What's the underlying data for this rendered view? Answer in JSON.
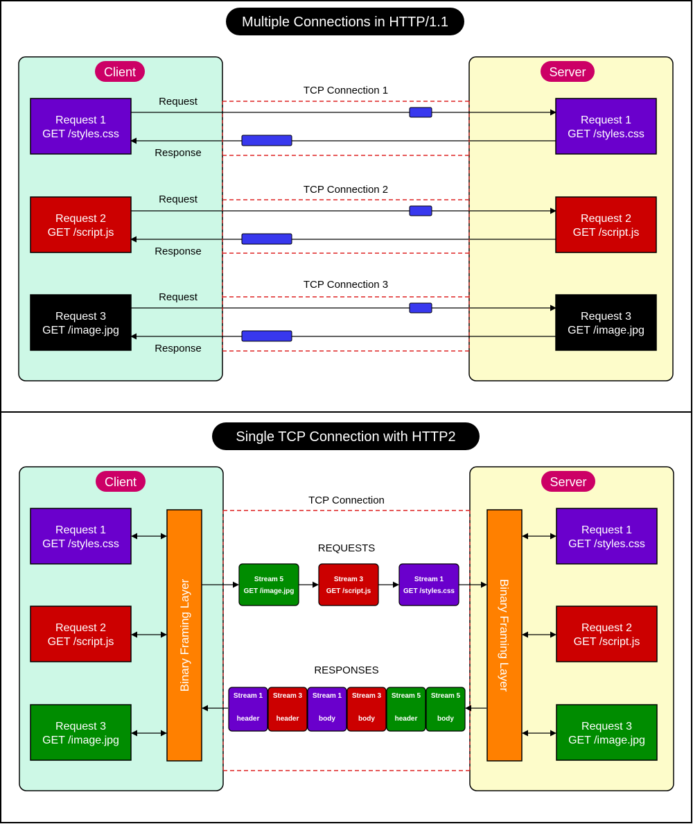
{
  "colors": {
    "client_bg": "#cdf8e6",
    "server_bg": "#fdfcca",
    "tag_bg": "#cc0066",
    "purple": "#6a00cc",
    "red": "#cc0000",
    "black": "#000000",
    "green": "#008c00",
    "orange": "#ff8000",
    "packet": "#3838ee",
    "dashed": "#dd2222"
  },
  "top": {
    "title": "Multiple Connections in HTTP/1.1",
    "client_label": "Client",
    "server_label": "Server",
    "connections": [
      {
        "label": "TCP Connection 1",
        "request_label": "Request",
        "response_label": "Response",
        "line1": "Request 1",
        "line2": "GET /styles.css",
        "color": "purple"
      },
      {
        "label": "TCP Connection 2",
        "request_label": "Request",
        "response_label": "Response",
        "line1": "Request 2",
        "line2": "GET /script.js",
        "color": "red"
      },
      {
        "label": "TCP Connection 3",
        "request_label": "Request",
        "response_label": "Response",
        "line1": "Request 3",
        "line2": "GET /image.jpg",
        "color": "black"
      }
    ]
  },
  "bottom": {
    "title": "Single TCP Connection with HTTP2",
    "client_label": "Client",
    "server_label": "Server",
    "tcp_label": "TCP Connection",
    "framing_label": "Binary Framing Layer",
    "requests_label": "REQUESTS",
    "responses_label": "RESPONSES",
    "client_requests": [
      {
        "line1": "Request 1",
        "line2": "GET /styles.css",
        "color": "purple"
      },
      {
        "line1": "Request 2",
        "line2": "GET /script.js",
        "color": "red"
      },
      {
        "line1": "Request 3",
        "line2": "GET /image.jpg",
        "color": "green"
      }
    ],
    "server_requests": [
      {
        "line1": "Request 1",
        "line2": "GET /styles.css",
        "color": "purple"
      },
      {
        "line1": "Request 2",
        "line2": "GET /script.js",
        "color": "red"
      },
      {
        "line1": "Request 3",
        "line2": "GET /image.jpg",
        "color": "green"
      }
    ],
    "request_streams": [
      {
        "line1": "Stream 5",
        "line2": "GET /image.jpg",
        "color": "green"
      },
      {
        "line1": "Stream 3",
        "line2": "GET /script.js",
        "color": "red"
      },
      {
        "line1": "Stream 1",
        "line2": "GET /styles.css",
        "color": "purple"
      }
    ],
    "response_frames": [
      {
        "line1": "Stream 1",
        "line2": "header",
        "color": "purple"
      },
      {
        "line1": "Stream 3",
        "line2": "header",
        "color": "red"
      },
      {
        "line1": "Stream 1",
        "line2": "body",
        "color": "purple"
      },
      {
        "line1": "Stream 3",
        "line2": "body",
        "color": "red"
      },
      {
        "line1": "Stream 5",
        "line2": "header",
        "color": "green"
      },
      {
        "line1": "Stream 5",
        "line2": "body",
        "color": "green"
      }
    ]
  }
}
